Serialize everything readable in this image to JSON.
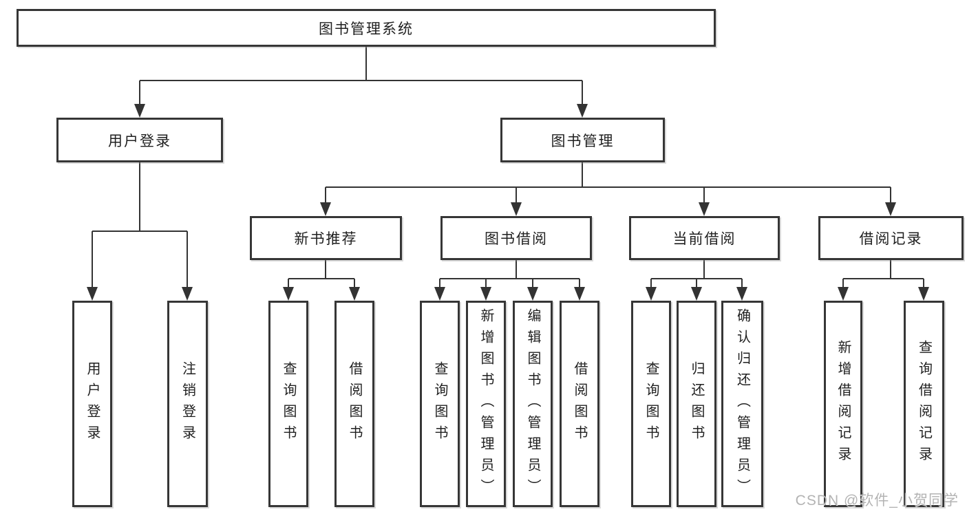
{
  "diagram": {
    "title": "图书管理系统",
    "level2": [
      {
        "label": "用户登录",
        "children": [
          "用户登录",
          "注销登录"
        ]
      },
      {
        "label": "图书管理",
        "children": [
          {
            "label": "新书推荐",
            "children": [
              "查询图书",
              "借阅图书"
            ]
          },
          {
            "label": "图书借阅",
            "children": [
              "查询图书",
              "新增图书（管理员）",
              "编辑图书（管理员）",
              "借阅图书"
            ]
          },
          {
            "label": "当前借阅",
            "children": [
              "查询图书",
              "归还图书",
              "确认归还（管理员）"
            ]
          },
          {
            "label": "借阅记录",
            "children": [
              "新增借阅记录",
              "查询借阅记录"
            ]
          }
        ]
      }
    ]
  },
  "watermark": {
    "text": "CSDN @软件_小贺同学"
  },
  "colors": {
    "line": "#333333",
    "box_border": "#363636",
    "box_fill": "#ffffff",
    "text": "#1f1f1f",
    "watermark": "#acacac",
    "background": "#ffffff"
  }
}
